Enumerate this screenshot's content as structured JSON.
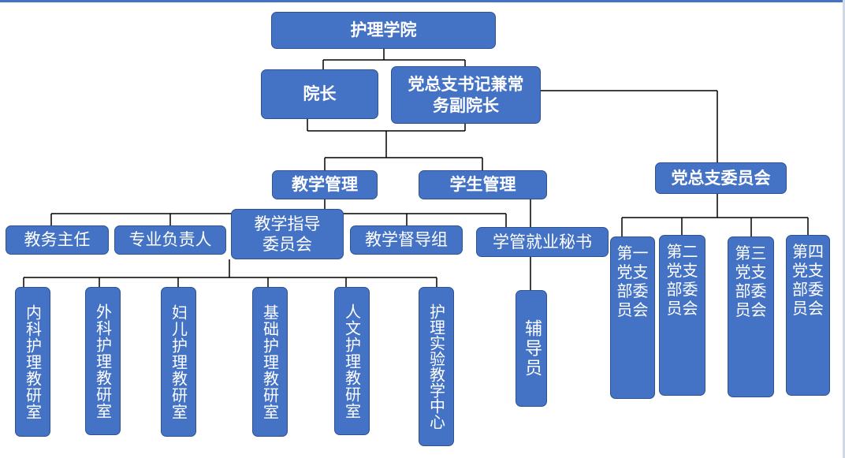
{
  "root": "护理学院",
  "dean": "院长",
  "party_secretary": "党总支书记兼常务副院长",
  "teaching_mgmt": "教学管理",
  "student_mgmt": "学生管理",
  "party_committee": "党总支委员会",
  "academic_director": "教务主任",
  "program_head": "专业负责人",
  "teaching_guidance": "教学指导委员会",
  "teaching_supervision": "教学督导组",
  "employment_secretary": "学管就业秘书",
  "counselor": "辅导员",
  "departments": [
    "内科护理教研室",
    "外科护理教研室",
    "妇儿护理教研室",
    "基础护理教研室",
    "人文护理教研室",
    "护理实验教学中心"
  ],
  "branches": [
    "第一党支部委员会",
    "第二党支部委员会",
    "第三党支部委员会",
    "第四党支部委员会"
  ],
  "colors": {
    "box_fill": "#4472C4",
    "box_border": "#2F528F",
    "line": "#000000"
  }
}
